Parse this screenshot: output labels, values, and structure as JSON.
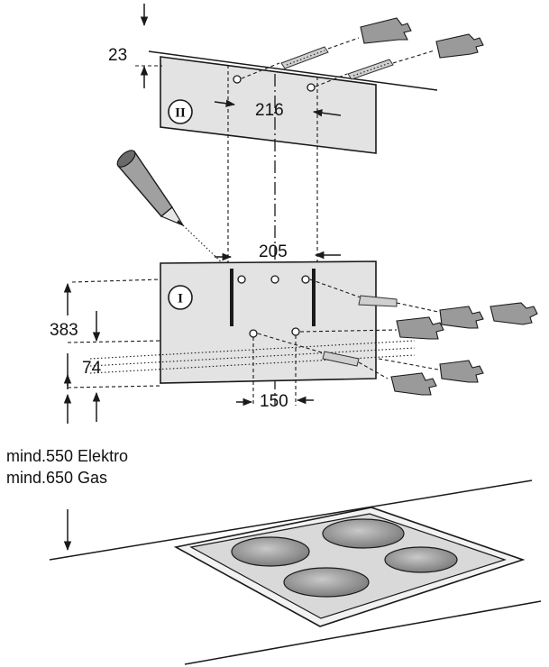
{
  "dimensions": {
    "top_offset": "23",
    "upper_hole_spacing": "216",
    "lower_slot_spacing": "205",
    "lower_height": "383",
    "lower_offset": "74",
    "lower_hole_spacing": "150"
  },
  "plates": {
    "upper_label": "II",
    "lower_label": "I"
  },
  "clearance": {
    "electric": "mind.550 Elektro",
    "gas": "mind.650 Gas"
  }
}
